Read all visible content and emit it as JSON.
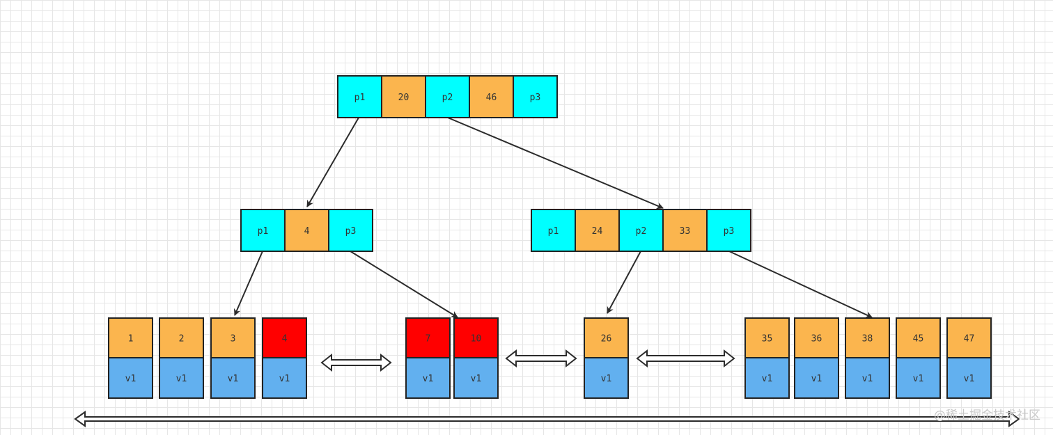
{
  "colors": {
    "pointer": "#00ffff",
    "key": "#fbb54e",
    "highlight": "#ff0000",
    "value": "#62b0ef",
    "border": "#222222",
    "edge": "#2b2b2b",
    "watermark": "#c8c8c8"
  },
  "root": {
    "cells": [
      {
        "text": "p1",
        "kind": "pointer"
      },
      {
        "text": "20",
        "kind": "key"
      },
      {
        "text": "p2",
        "kind": "pointer"
      },
      {
        "text": "46",
        "kind": "key"
      },
      {
        "text": "p3",
        "kind": "pointer"
      }
    ]
  },
  "internal_nodes": [
    {
      "cells": [
        {
          "text": "p1",
          "kind": "pointer"
        },
        {
          "text": "4",
          "kind": "key"
        },
        {
          "text": "p3",
          "kind": "pointer"
        }
      ]
    },
    {
      "cells": [
        {
          "text": "p1",
          "kind": "pointer"
        },
        {
          "text": "24",
          "kind": "key"
        },
        {
          "text": "p2",
          "kind": "pointer"
        },
        {
          "text": "33",
          "kind": "key"
        },
        {
          "text": "p3",
          "kind": "pointer"
        }
      ]
    }
  ],
  "leaves": [
    {
      "key": "1",
      "value": "v1",
      "highlight": false
    },
    {
      "key": "2",
      "value": "v1",
      "highlight": false
    },
    {
      "key": "3",
      "value": "v1",
      "highlight": false
    },
    {
      "key": "4",
      "value": "v1",
      "highlight": true
    },
    {
      "key": "7",
      "value": "v1",
      "highlight": true
    },
    {
      "key": "10",
      "value": "v1",
      "highlight": true
    },
    {
      "key": "26",
      "value": "v1",
      "highlight": false
    },
    {
      "key": "35",
      "value": "v1",
      "highlight": false
    },
    {
      "key": "36",
      "value": "v1",
      "highlight": false
    },
    {
      "key": "38",
      "value": "v1",
      "highlight": false
    },
    {
      "key": "45",
      "value": "v1",
      "highlight": false
    },
    {
      "key": "47",
      "value": "v1",
      "highlight": false
    }
  ],
  "watermark": "@稀土掘金技术社区"
}
